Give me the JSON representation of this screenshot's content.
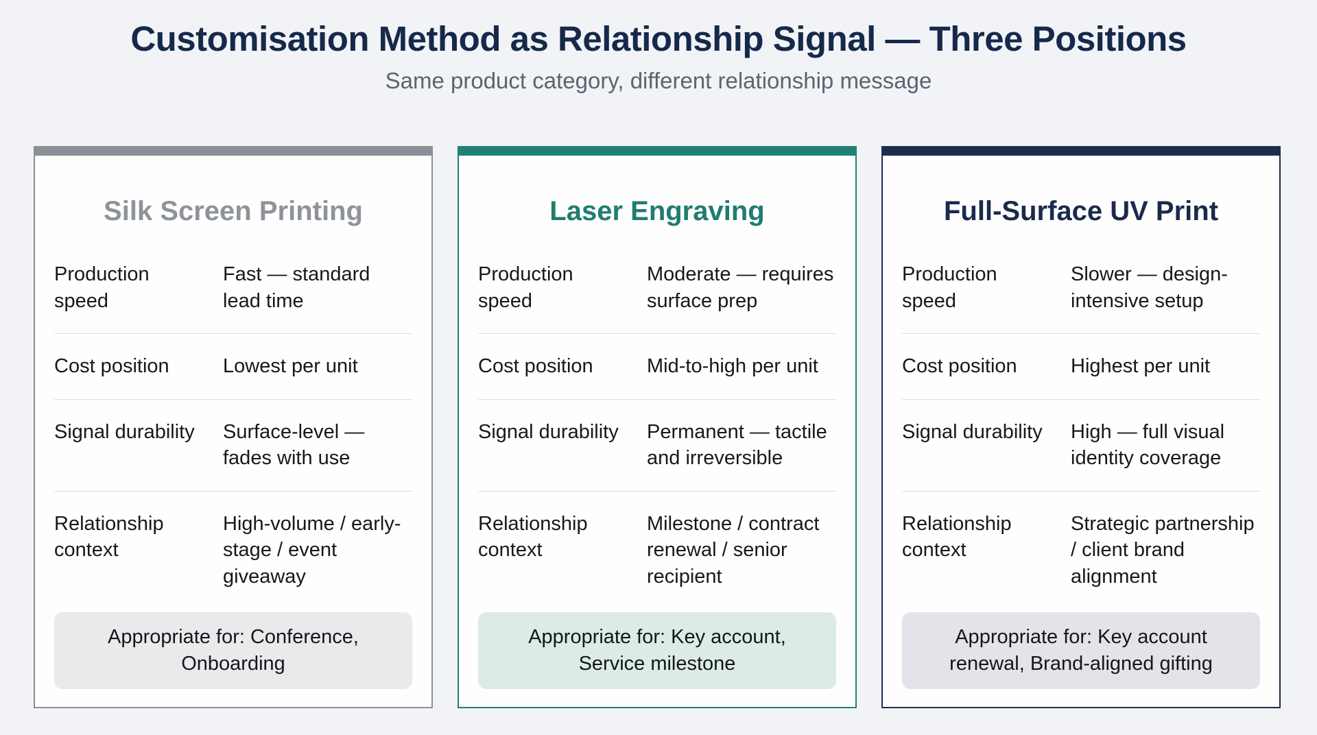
{
  "page": {
    "title": "Customisation Method as Relationship Signal — Three Positions",
    "subtitle": "Same product category, different relationship message"
  },
  "colors": {
    "background": "#f1f3f6",
    "page_title": "#16294a",
    "page_subtitle": "#5c6370",
    "card_background": "#fefefe",
    "row_text": "#17181b",
    "divider": "#dcdee1"
  },
  "cards": [
    {
      "title": "Silk Screen Printing",
      "accent": "#8a8f98",
      "title_color": "#8e939b",
      "box_bg": "#e9eaec",
      "rows": [
        {
          "label": "Production speed",
          "value": "Fast — standard lead time"
        },
        {
          "label": "Cost position",
          "value": "Lowest per unit"
        },
        {
          "label": "Signal durability",
          "value": "Surface-level — fades with use"
        },
        {
          "label": "Relationship context",
          "value": "High-volume / early-stage / event giveaway"
        }
      ],
      "appropriate_for": "Appropriate for: Conference, Onboarding"
    },
    {
      "title": "Laser Engraving",
      "accent": "#1f8173",
      "title_color": "#1f7d70",
      "box_bg": "#dcebe6",
      "rows": [
        {
          "label": "Production speed",
          "value": "Moderate — requires surface prep"
        },
        {
          "label": "Cost position",
          "value": "Mid-to-high per unit"
        },
        {
          "label": "Signal durability",
          "value": "Permanent — tactile and irreversible"
        },
        {
          "label": "Relationship context",
          "value": "Milestone / contract renewal / senior recipient"
        }
      ],
      "appropriate_for": "Appropriate for: Key account, Service milestone"
    },
    {
      "title": "Full-Surface UV Print",
      "accent": "#1e2c4e",
      "title_color": "#1a2a4c",
      "box_bg": "#e2e4e9",
      "rows": [
        {
          "label": "Production speed",
          "value": "Slower — design-intensive setup"
        },
        {
          "label": "Cost position",
          "value": "Highest per unit"
        },
        {
          "label": "Signal durability",
          "value": "High — full visual identity coverage"
        },
        {
          "label": "Relationship context",
          "value": "Strategic partnership / client brand alignment"
        }
      ],
      "appropriate_for": "Appropriate for: Key account renewal, Brand-aligned gifting"
    }
  ]
}
